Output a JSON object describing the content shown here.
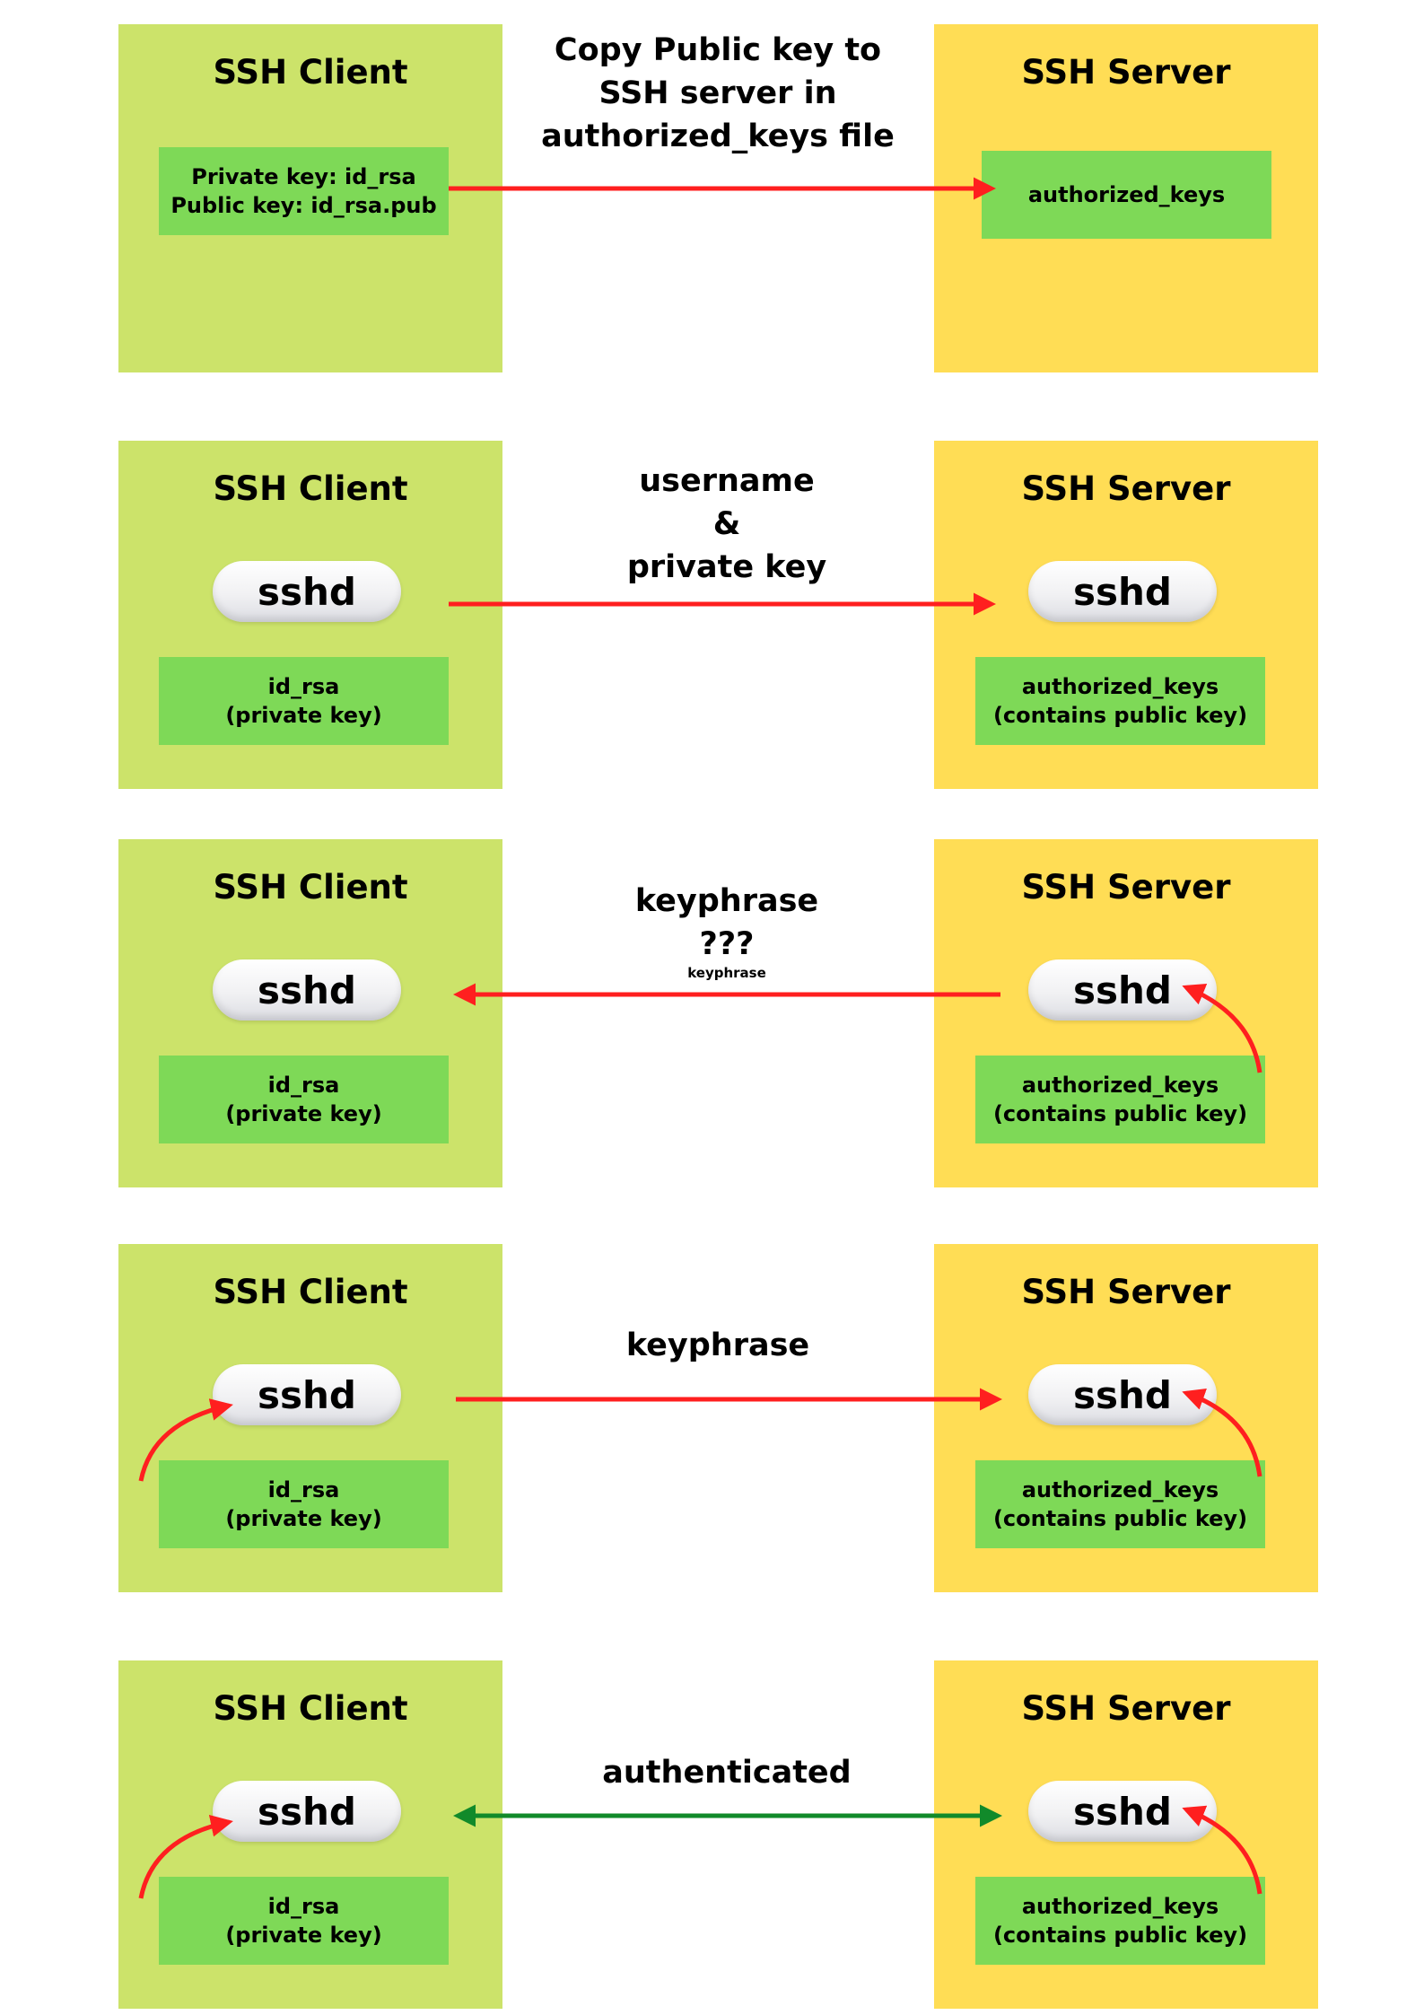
{
  "colors": {
    "client_bg": "#cce36a",
    "server_bg": "#ffdd55",
    "key_box": "#7ed957",
    "arrow_red": "#ff1f1f",
    "arrow_green": "#118a2a"
  },
  "client_title": "SSH Client",
  "server_title": "SSH Server",
  "daemon_label": "sshd",
  "steps": [
    {
      "message": "Copy Public key to\nSSH server in\nauthorized_keys file",
      "client_key": "Private key: id_rsa\nPublic key: id_rsa.pub",
      "server_key": "authorized_keys"
    },
    {
      "message": "username\n&\nprivate key",
      "client_key": "id_rsa\n(private key)",
      "server_key": "authorized_keys\n(contains public key)"
    },
    {
      "message": "keyphrase\n???",
      "sub_label": "keyphrase",
      "client_key": "id_rsa\n(private key)",
      "server_key": "authorized_keys\n(contains public key)"
    },
    {
      "message": "keyphrase",
      "client_key": "id_rsa\n(private key)",
      "server_key": "authorized_keys\n(contains public key)"
    },
    {
      "message": "authenticated",
      "client_key": "id_rsa\n(private key)",
      "server_key": "authorized_keys\n(contains public key)"
    }
  ]
}
